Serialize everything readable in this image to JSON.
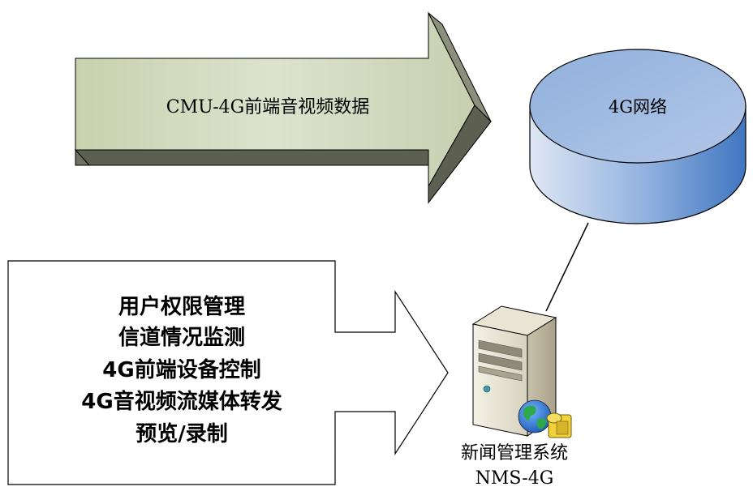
{
  "arrow_top": {
    "label": "CMU-4G前端音视频数据"
  },
  "network": {
    "label": "4G网络"
  },
  "arrow_bottom": {
    "lines": [
      "用户权限管理",
      "信道情况监测",
      "4G前端设备控制",
      "4G音视频流媒体转发",
      "预览/录制"
    ]
  },
  "server": {
    "label_line1": "新闻管理系统",
    "label_line2": "NMS-4G"
  },
  "colors": {
    "arrow_fill": "#d6dcc4",
    "arrow_shadow": "#6e7060",
    "cylinder_top": "#a9c0e6",
    "cylinder_side": "#6f9bd6",
    "outline": "#000000"
  }
}
